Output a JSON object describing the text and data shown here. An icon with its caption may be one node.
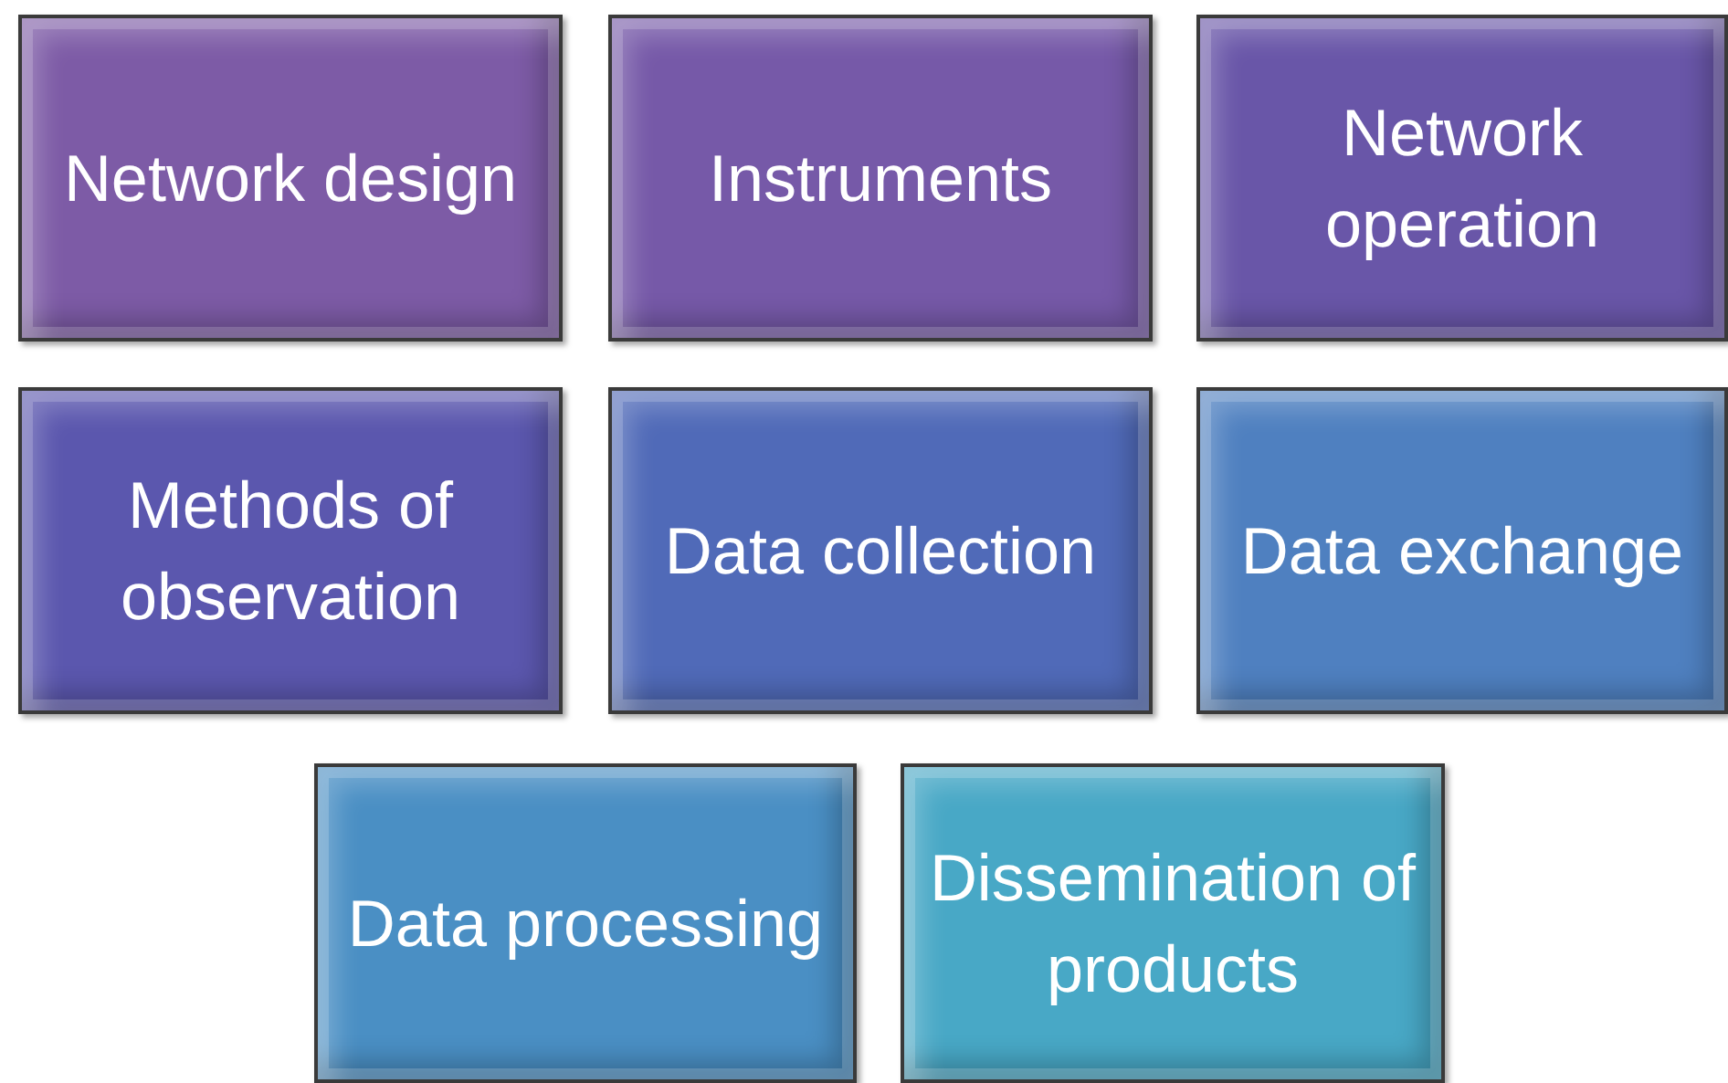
{
  "diagram": {
    "nodes": [
      {
        "text": [
          "Network design"
        ]
      },
      {
        "text": [
          "Instruments"
        ]
      },
      {
        "text": [
          "Network operation"
        ]
      },
      {
        "text": [
          "Methods of observation"
        ]
      },
      {
        "text": [
          "Data collection"
        ]
      },
      {
        "text": [
          "Data exchange"
        ]
      },
      {
        "text": [
          "Data processing"
        ]
      },
      {
        "text": [
          "Dissemination of products"
        ]
      }
    ]
  }
}
